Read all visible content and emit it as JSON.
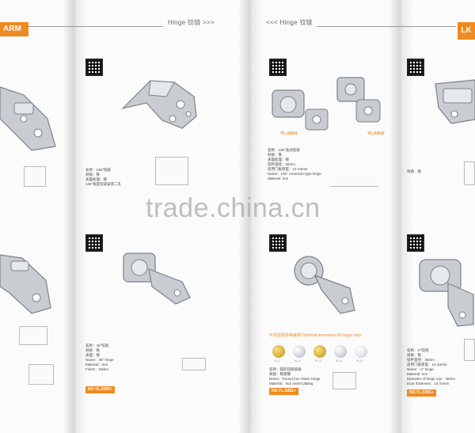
{
  "header": {
    "left_tab": "ARM",
    "left_title": "Hinge 铰链 >>>",
    "right_title": "<<< Hinge 铰链",
    "brand_mark": "LK"
  },
  "products": {
    "p1": {
      "spec_lines": [
        "名称：135°铰链",
        "材质：铁",
        "表面处理：镀",
        "135°角度铰链安装二孔"
      ]
    },
    "p2": {
      "model_left": "YL.0A01",
      "model_right": "YL.0A02",
      "spec_lines": [
        "名称：105°美式铰链",
        "材质：铁",
        "表面处理：镀",
        "铰杯直径：35mm",
        "适用门板厚度：14-24mm",
        "Name：105° American type hinge",
        "Material: Iron"
      ]
    },
    "p3": {
      "spec_lines": [
        "材质：铁"
      ]
    },
    "p4": {
      "spec_lines": [
        "名称：45°铰链",
        "材质：铁",
        "表面：镀",
        "Name：45° hinge",
        "Material：Iron",
        "Finish：Nickel"
      ],
      "model_tag": "NO.YL.5056+"
    },
    "p5": {
      "caption": "可供选择多种盖帽 Optional decorative lid hinge caps",
      "spec_lines": [
        "名称：圆形铰链玻璃",
        "材质：铁镀镍",
        "Name：Round Iron Glass Hinge",
        "Material：Iron nickel plating"
      ],
      "model_tag": "NO.YL.5081+",
      "cap_labels": [
        "YL-1",
        "YL-2",
        "YL-3",
        "YL-4",
        "YL-5"
      ]
    },
    "p6": {
      "spec_lines": [
        "名称：H°铰链",
        "材质：铁",
        "铰杯直径：35mm",
        "适用门板厚度：14-22mm",
        "Name：H° hinge",
        "Material: Iron",
        "Diameter of hinge cup：35mm",
        "Door thickness：14-22mm"
      ],
      "model_tag": "NO.YL.5091+"
    }
  },
  "watermark": "trade.china.cn",
  "colors": {
    "accent": "#f08a1e",
    "metal": "#c9cdd2",
    "metal_dark": "#7c828a",
    "gold": "#d8b23a"
  }
}
